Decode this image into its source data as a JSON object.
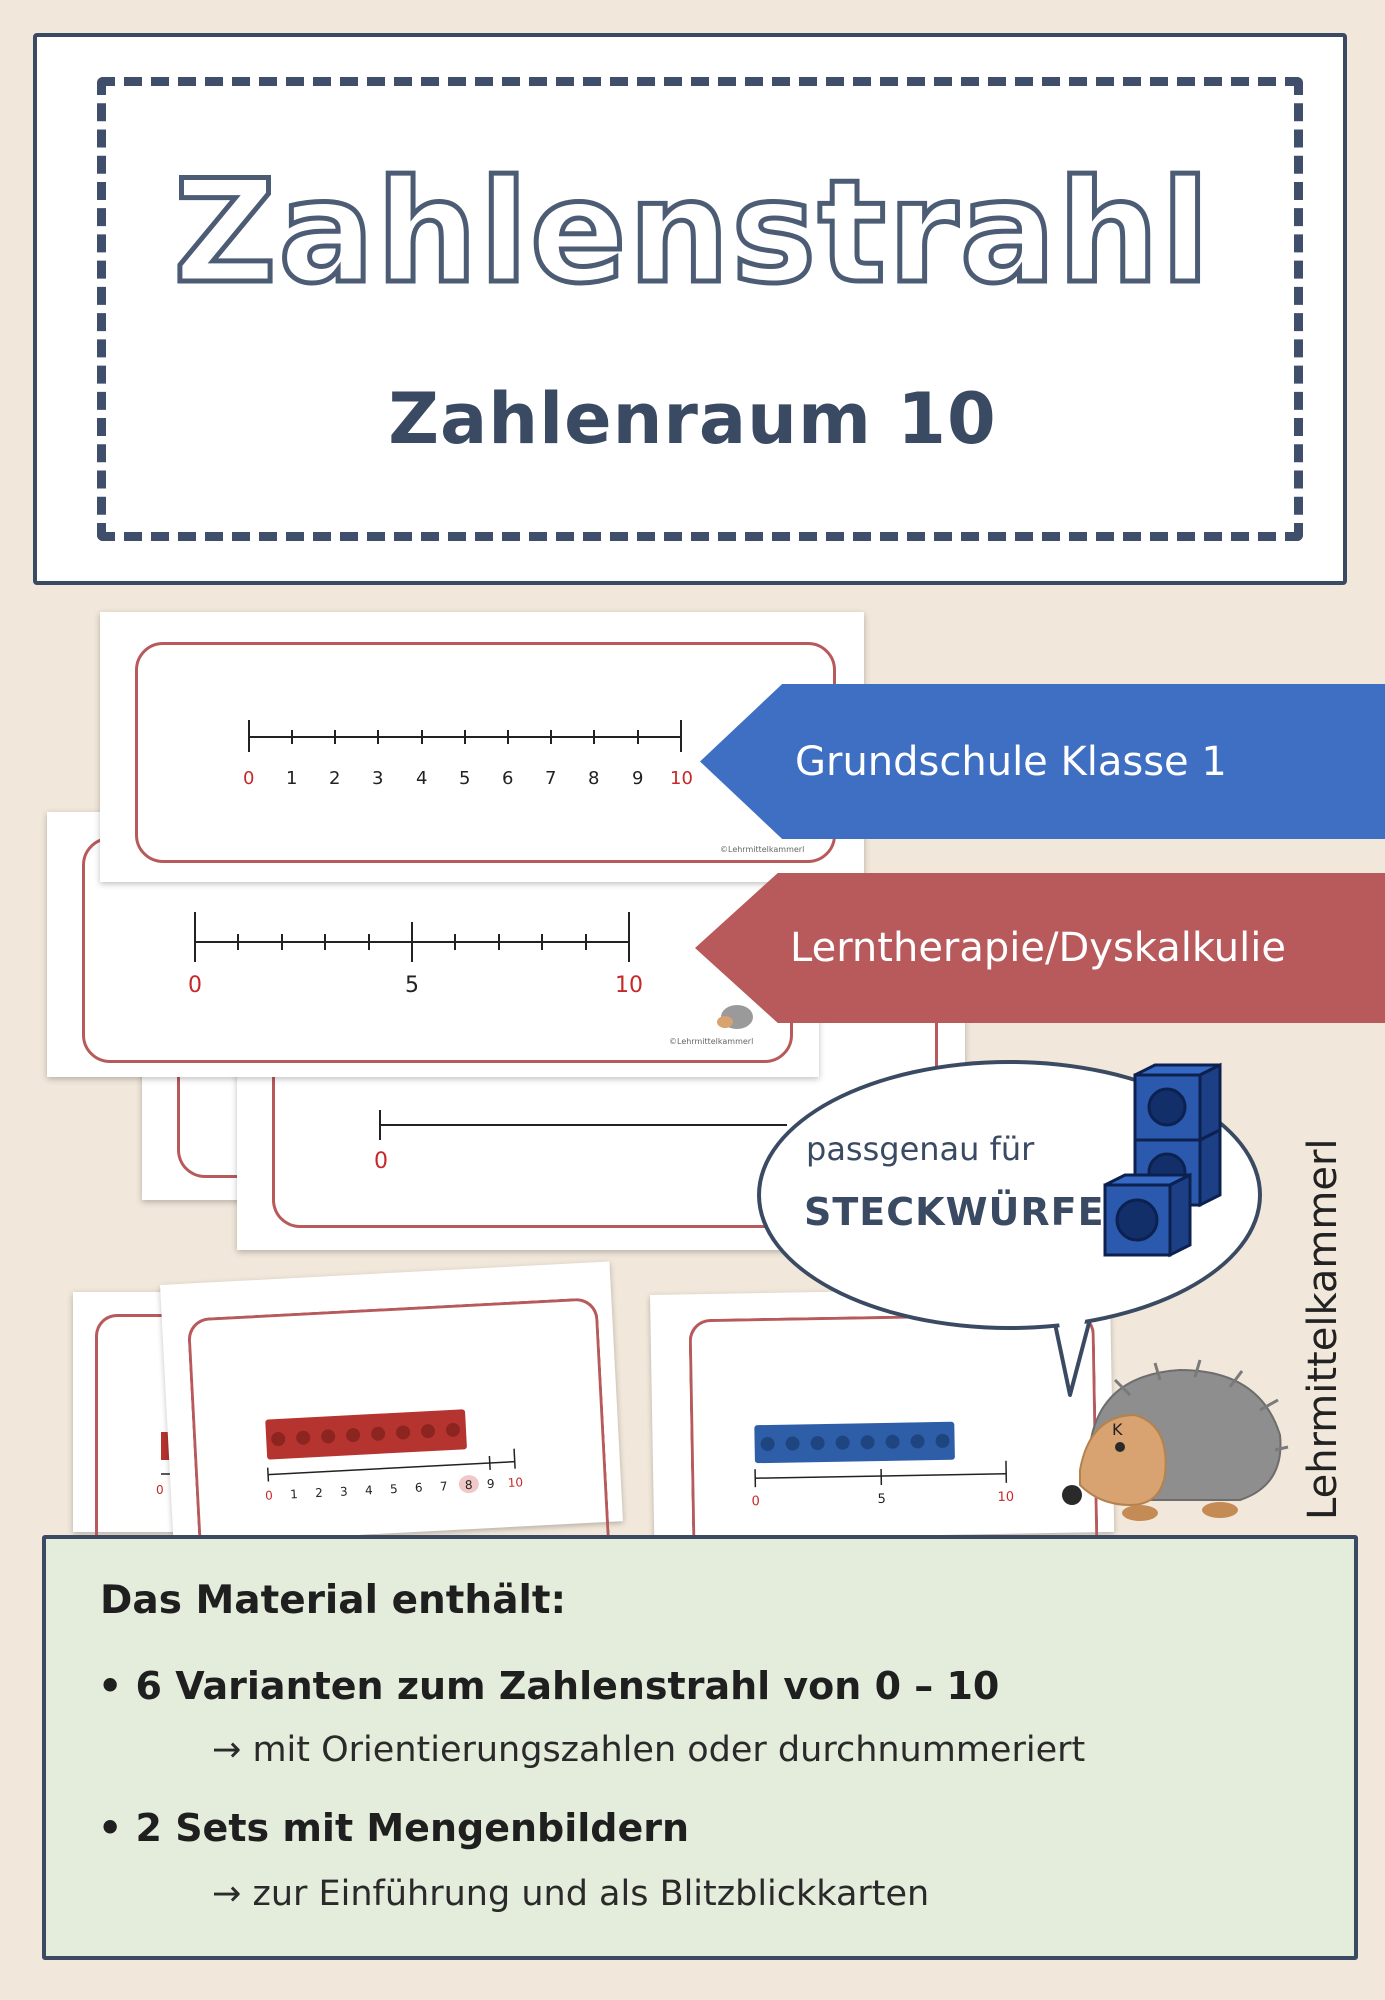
{
  "title": {
    "main": "Zahlenstrahl",
    "sub": "Zahlenraum 10"
  },
  "tags": {
    "blue": "Grundschule Klasse 1",
    "red": "Lerntherapie/Dyskalkulie"
  },
  "bubble": {
    "line1": "passgenau für",
    "line2": "STECKWÜRFEL"
  },
  "brand": "Lehrmittelkammerl",
  "card_copyright": "©Lehrmittelkammerl",
  "card1_ticks": [
    "0",
    "1",
    "2",
    "3",
    "4",
    "5",
    "6",
    "7",
    "8",
    "9",
    "10"
  ],
  "card2_ticks": [
    "0",
    "5",
    "10"
  ],
  "card3_tick": "0",
  "small_card_red_ticks": [
    "0",
    "1",
    "2",
    "3",
    "4",
    "5",
    "6",
    "7",
    "8",
    "9",
    "10"
  ],
  "small_card_red_back_tick": "0",
  "small_card_blue_ticks": [
    "0",
    "5",
    "10"
  ],
  "hedgehog_letter": "K",
  "info": {
    "heading": "Das Material enthält:",
    "bullet1": "• 6 Varianten zum Zahlenstrahl von 0 – 10",
    "sub1": "→ mit Orientierungszahlen oder durchnummeriert",
    "bullet2": "• 2 Sets mit Mengenbildern",
    "sub2": "→ zur Einführung und als Blitzblickkarten"
  },
  "colors": {
    "navy": "#3b4a63",
    "red": "#b85a5c",
    "blue": "#3f6fc3",
    "background": "#f1e7da",
    "info_bg": "#e4ecdc"
  }
}
